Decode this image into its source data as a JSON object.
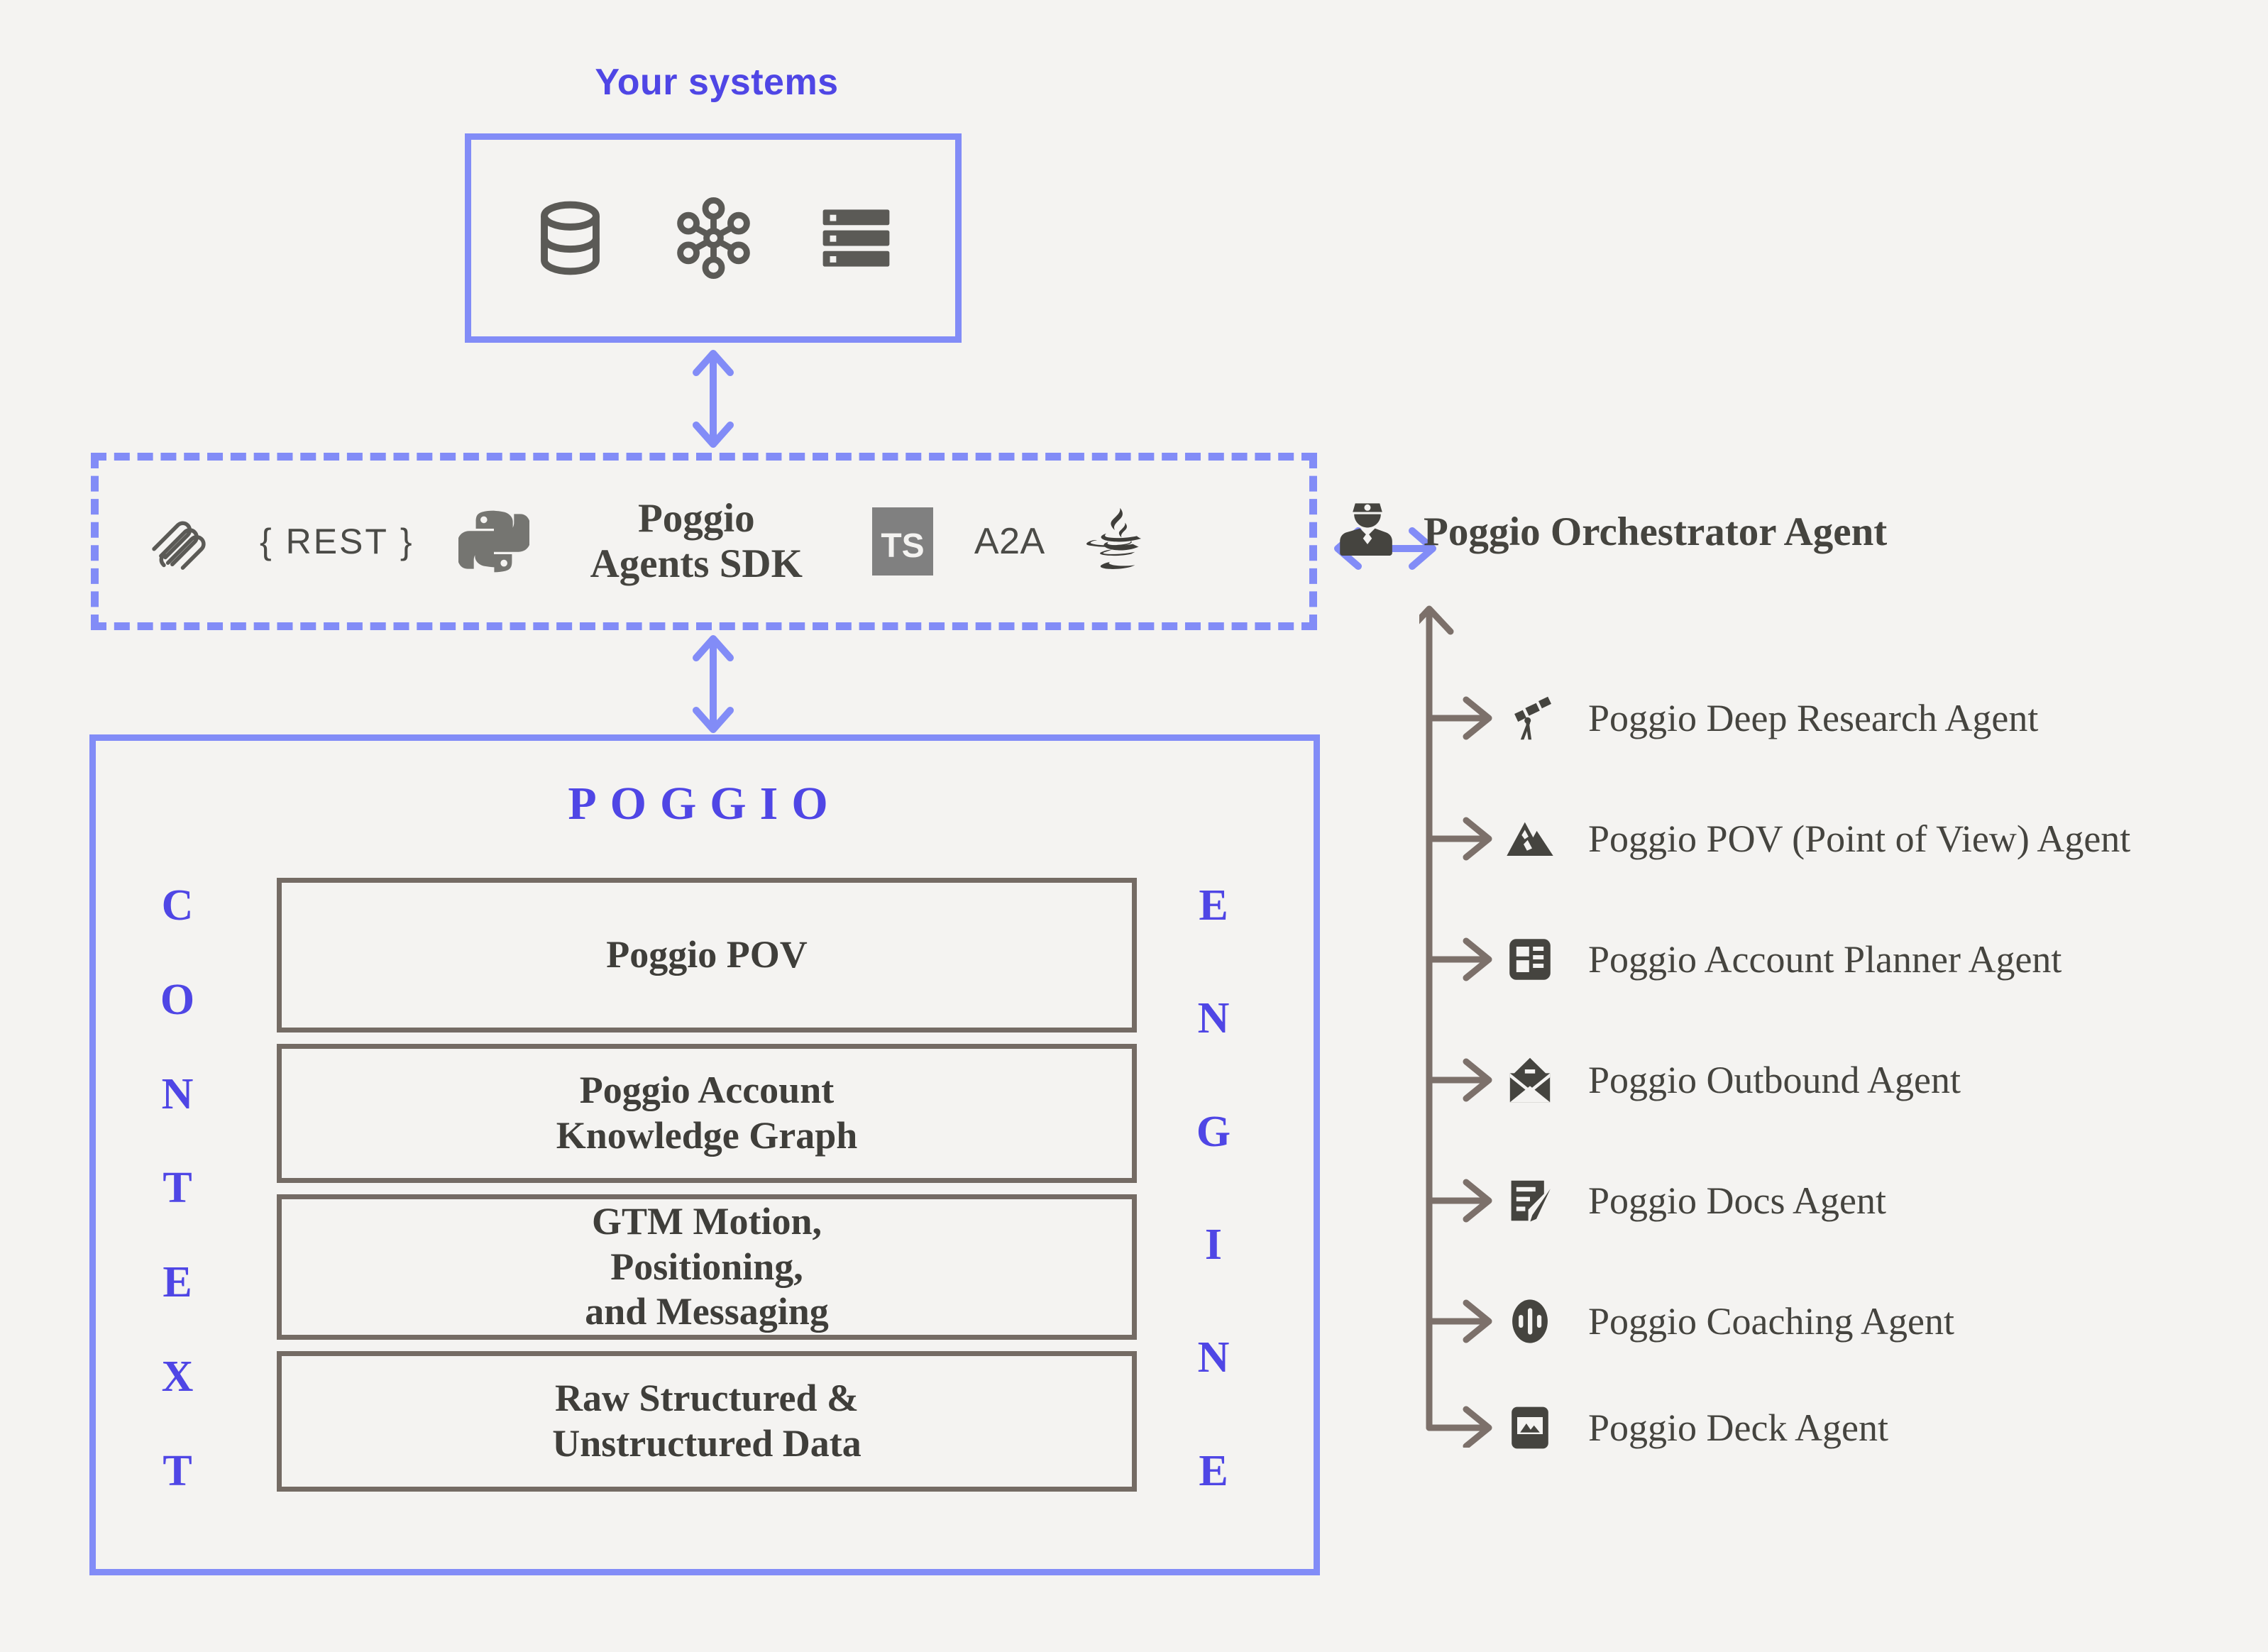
{
  "colors": {
    "background": "#f4f3f1",
    "accent_periwinkle": "#828cf7",
    "accent_indigo": "#4f46e5",
    "box_border_gray": "#746b64",
    "icon_dark": "#45443f",
    "icon_gray": "#6f6f6b"
  },
  "your_systems": {
    "title": "Your systems",
    "icons": [
      "database-icon",
      "network-graph-icon",
      "server-list-icon"
    ]
  },
  "sdk_band": {
    "mcp_icon": "mcp-icon",
    "rest_label": "{ REST }",
    "python_icon": "python-icon",
    "name": "Poggio\nAgents SDK",
    "typescript_icon": "typescript-icon",
    "typescript_label": "TS",
    "a2a_label": "A2A",
    "java_icon": "java-icon"
  },
  "orchestrator": {
    "icon": "orchestrator-conductor-icon",
    "label": "Poggio Orchestrator Agent"
  },
  "poggio_panel": {
    "wordmark": "POGGIO",
    "left_word": "CONTEXT",
    "right_word": "ENGINE",
    "left_letters": [
      "C",
      "O",
      "N",
      "T",
      "E",
      "X",
      "T"
    ],
    "right_letters": [
      "E",
      "N",
      "G",
      "I",
      "N",
      "E"
    ],
    "boxes": [
      {
        "id": "poggio-pov",
        "label": "Poggio POV"
      },
      {
        "id": "account-knowledge-graph",
        "label": "Poggio Account\nKnowledge Graph"
      },
      {
        "id": "gtm-motion",
        "label": "GTM Motion,\nPositioning,\nand Messaging"
      },
      {
        "id": "raw-data",
        "label": "Raw Structured &\nUnstructured Data"
      }
    ]
  },
  "agents": [
    {
      "icon": "telescope-icon",
      "label": "Poggio Deep Research Agent"
    },
    {
      "icon": "mountains-icon",
      "label": "Poggio POV (Point of View) Agent"
    },
    {
      "icon": "dashboard-layout-icon",
      "label": "Poggio Account Planner Agent"
    },
    {
      "icon": "envelope-send-icon",
      "label": "Poggio Outbound Agent"
    },
    {
      "icon": "document-edit-icon",
      "label": "Poggio Docs Agent"
    },
    {
      "icon": "audio-waveform-icon",
      "label": "Poggio Coaching Agent"
    },
    {
      "icon": "image-slide-icon",
      "label": "Poggio Deck Agent"
    }
  ],
  "connectors": {
    "systems_to_sdk": "bidirectional-vertical-arrow",
    "sdk_to_poggio": "bidirectional-vertical-arrow",
    "sdk_to_orchestrator": "bidirectional-horizontal-arrow",
    "orchestrator_trunk": "vertical-trunk-with-branches"
  }
}
